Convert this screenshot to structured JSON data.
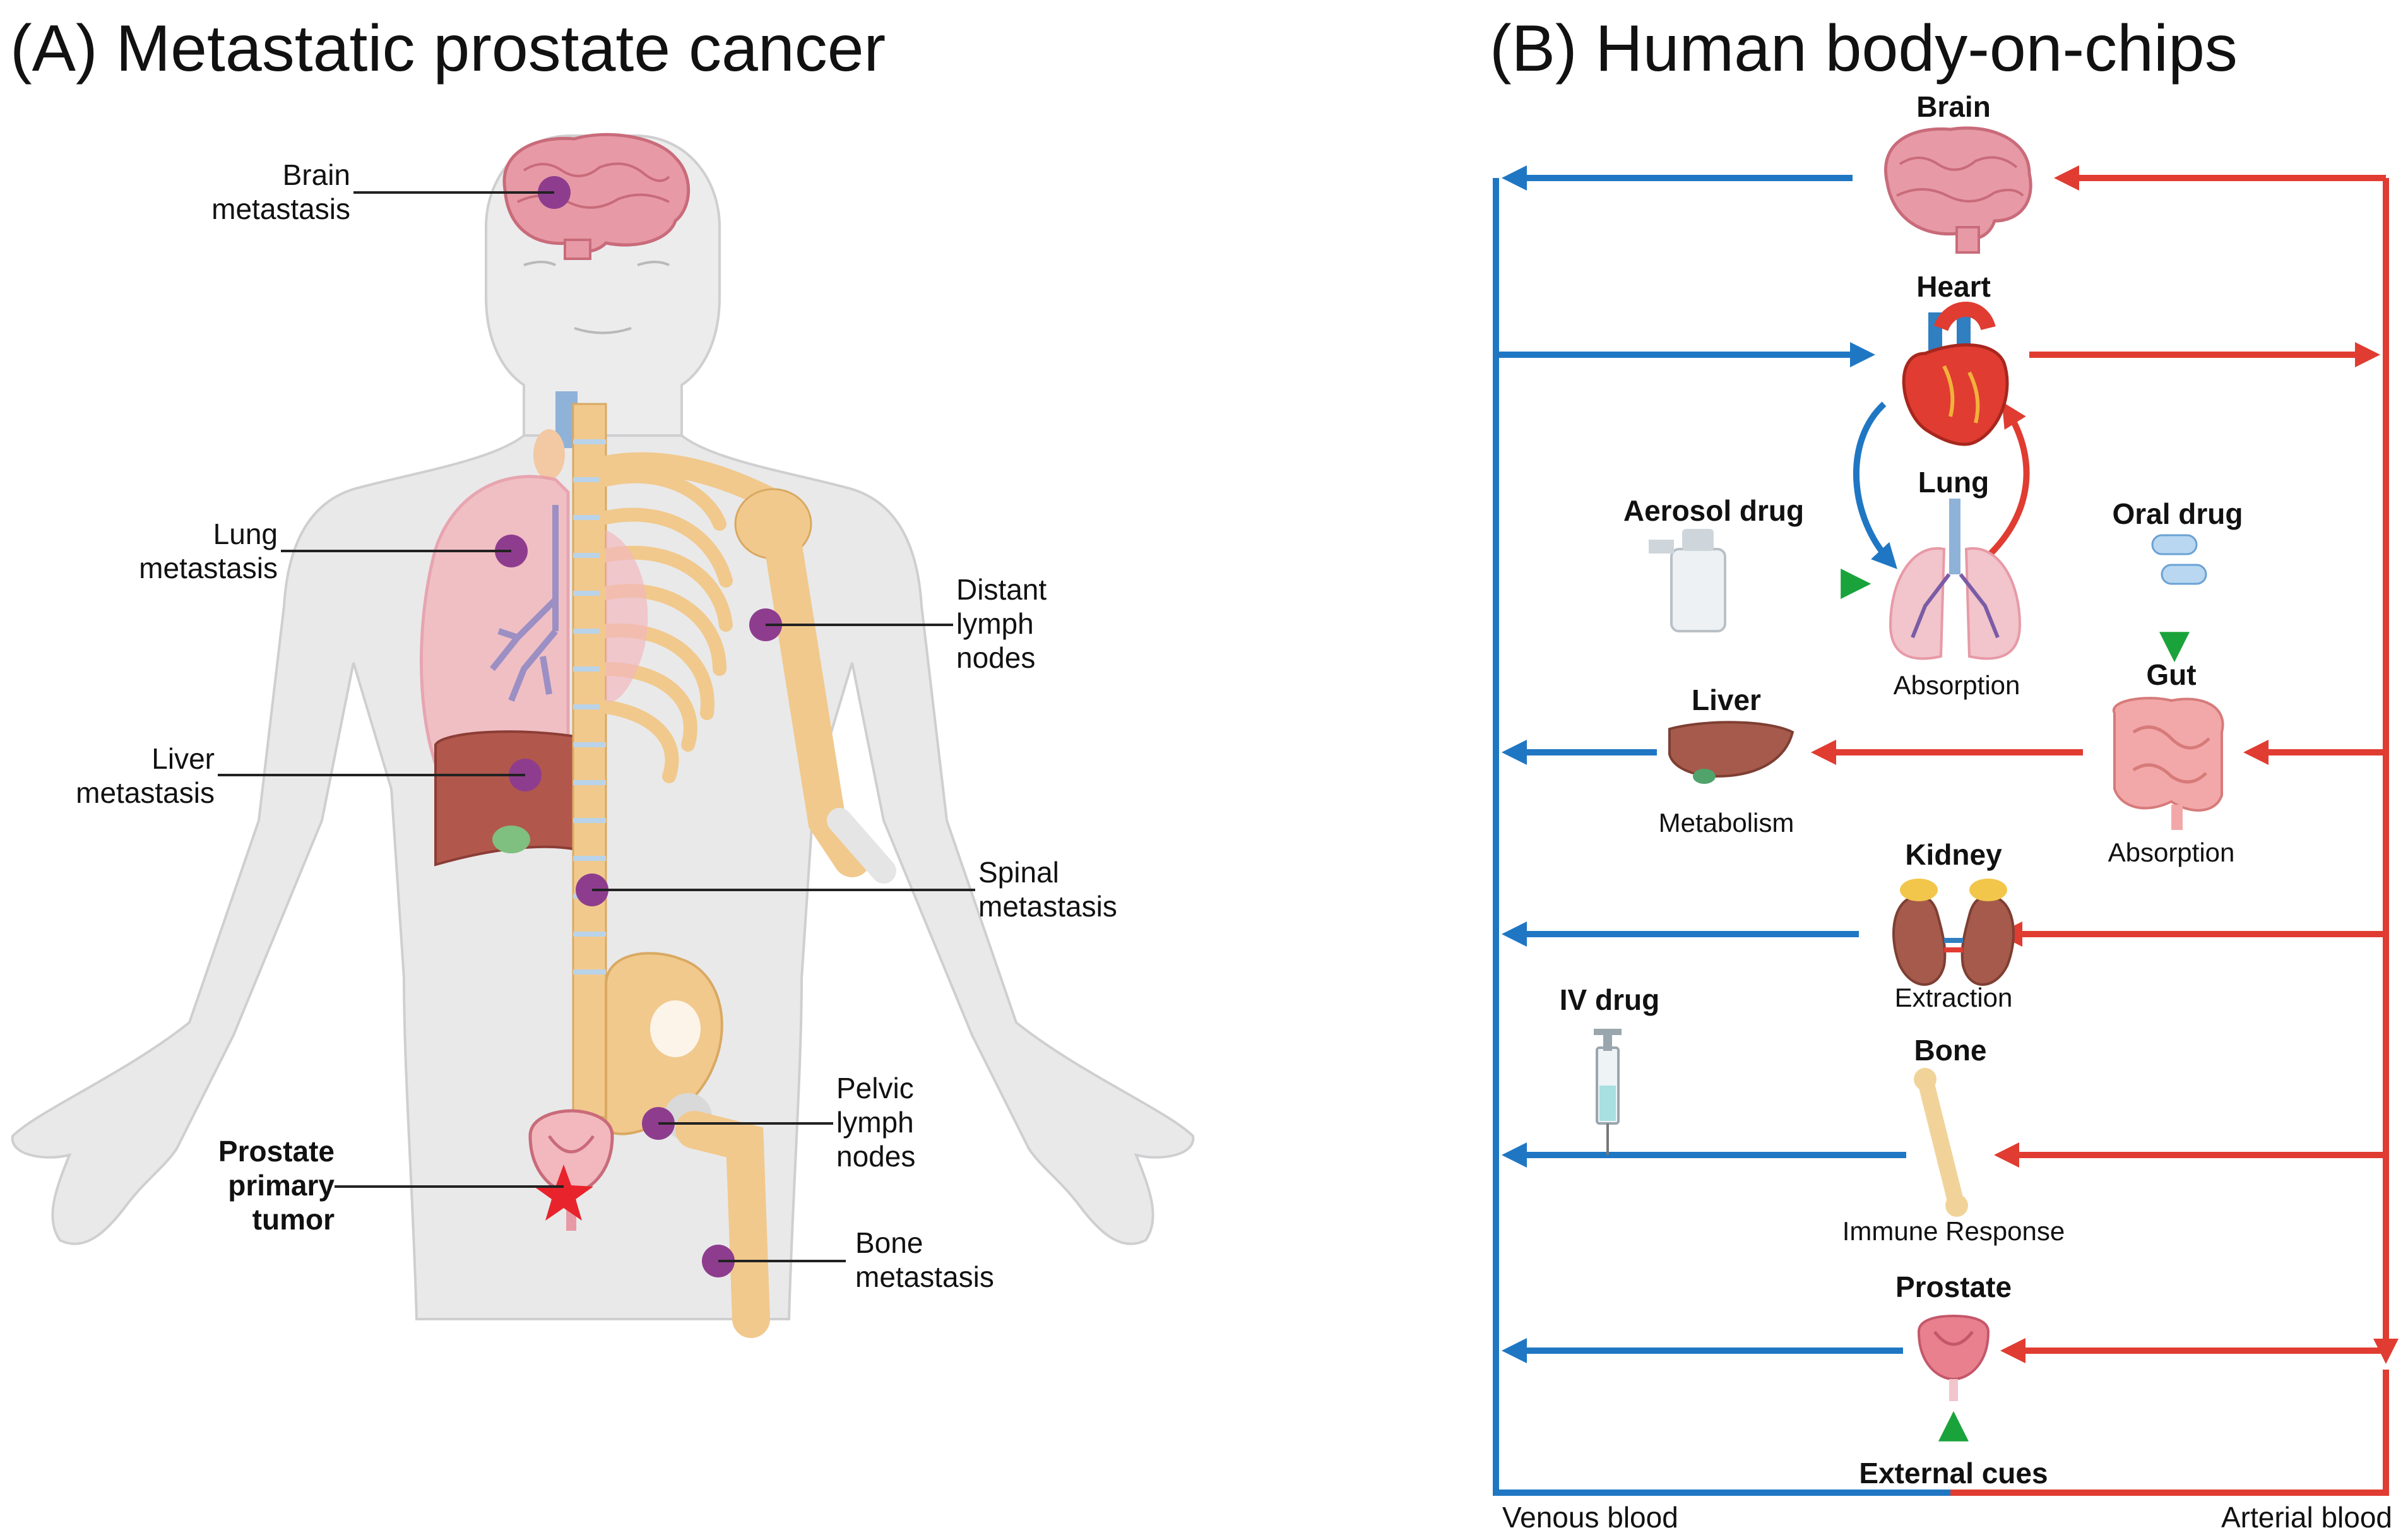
{
  "panel_a": {
    "title": "(A) Metastatic prostate cancer",
    "labels": {
      "brain": [
        "Brain",
        "metastasis"
      ],
      "lung": [
        "Lung",
        "metastasis"
      ],
      "liver": [
        "Liver",
        "metastasis"
      ],
      "distant": [
        "Distant",
        "lymph",
        "nodes"
      ],
      "spinal": [
        "Spinal",
        "metastasis"
      ],
      "pelvic": [
        "Pelvic",
        "lymph",
        "nodes"
      ],
      "bone": [
        "Bone",
        "metastasis"
      ],
      "prostate": [
        "Prostate",
        "primary",
        "tumor"
      ]
    }
  },
  "panel_b": {
    "title": "(B) Human body-on-chips",
    "organs": {
      "brain": "Brain",
      "heart": "Heart",
      "lung": "Lung",
      "lung_sub": "Absorption",
      "aerosol": "Aerosol drug",
      "oral": "Oral drug",
      "gut": "Gut",
      "gut_sub": "Absorption",
      "liver": "Liver",
      "liver_sub": "Metabolism",
      "kidney": "Kidney",
      "kidney_sub": "Extraction",
      "iv": "IV drug",
      "bone": "Bone",
      "bone_sub": "Immune Response",
      "prostate": "Prostate",
      "external": "External cues"
    },
    "venous": "Venous blood",
    "arterial": "Arterial blood"
  },
  "colors": {
    "venous": "#1f77c4",
    "arterial": "#e03c31",
    "cue": "#1aa33b",
    "metastasis": "#8e3d8e",
    "tumor": "#e8232b"
  }
}
